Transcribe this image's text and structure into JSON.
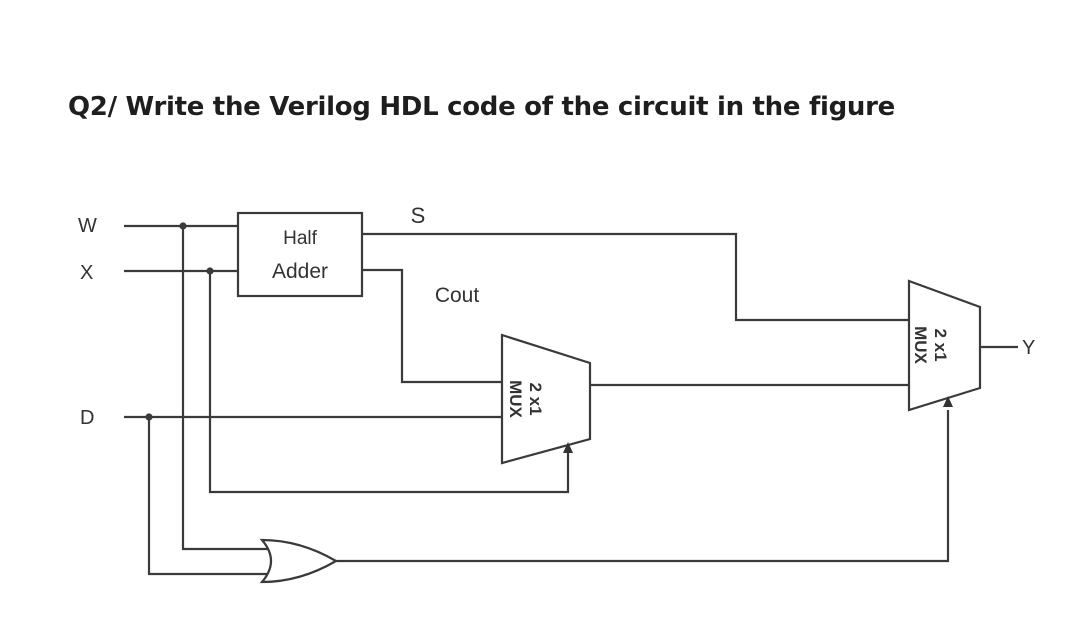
{
  "question": "Q2/ Write the Verilog HDL code of the circuit in the figure",
  "inputs": {
    "w": "W",
    "x": "X",
    "d": "D"
  },
  "half_adder": {
    "line1": "Half",
    "line2": "Adder"
  },
  "signals": {
    "sum": "S",
    "carry": "Cout"
  },
  "mux1": {
    "line1": "2 x1",
    "line2": "MUX"
  },
  "mux2": {
    "line1": "2 x1",
    "line2": "MUX"
  },
  "output": "Y"
}
